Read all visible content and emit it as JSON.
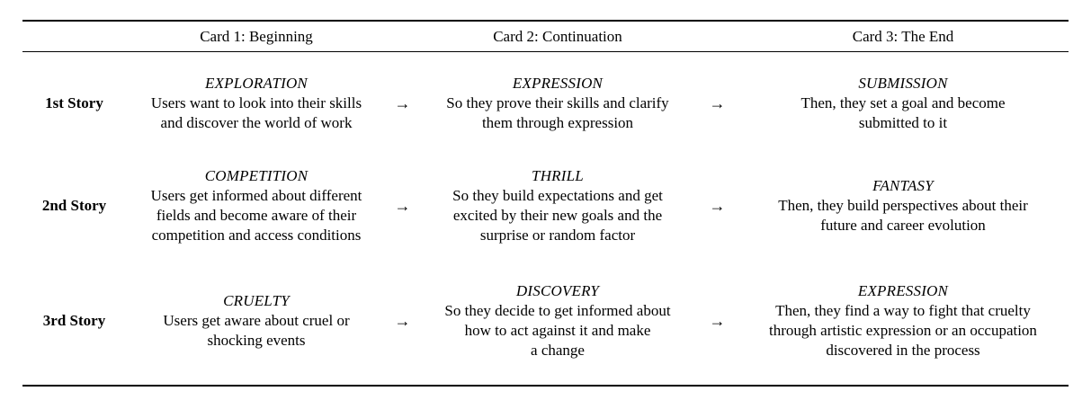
{
  "table": {
    "arrow": "→",
    "columns": [
      "Card 1: Beginning",
      "Card 2: Continuation",
      "Card 3: The End"
    ],
    "rows": [
      {
        "label": "1st Story",
        "cards": [
          {
            "keyword": "EXPLORATION",
            "text": "Users want to look into their skills\nand discover the world of work"
          },
          {
            "keyword": "EXPRESSION",
            "text": "So they prove their skills and clarify\nthem through expression"
          },
          {
            "keyword": "SUBMISSION",
            "text": "Then, they set a goal and become\nsubmitted to it"
          }
        ]
      },
      {
        "label": "2nd Story",
        "cards": [
          {
            "keyword": "COMPETITION",
            "text": "Users get informed about different\nfields and become aware of their\ncompetition and access conditions"
          },
          {
            "keyword": "THRILL",
            "text": "So they build expectations and get\nexcited by their new goals and the\nsurprise or random factor"
          },
          {
            "keyword": "FANTASY",
            "text": "Then, they build perspectives about their\nfuture and career evolution"
          }
        ]
      },
      {
        "label": "3rd Story",
        "cards": [
          {
            "keyword": "CRUELTY",
            "text": "Users get aware about cruel or\nshocking events"
          },
          {
            "keyword": "DISCOVERY",
            "text": "So they decide to get informed about\nhow to act against it and make\na change"
          },
          {
            "keyword": "EXPRESSION",
            "text": "Then, they find a way to fight that cruelty\nthrough artistic expression or an occupation\ndiscovered in the process"
          }
        ]
      }
    ]
  }
}
